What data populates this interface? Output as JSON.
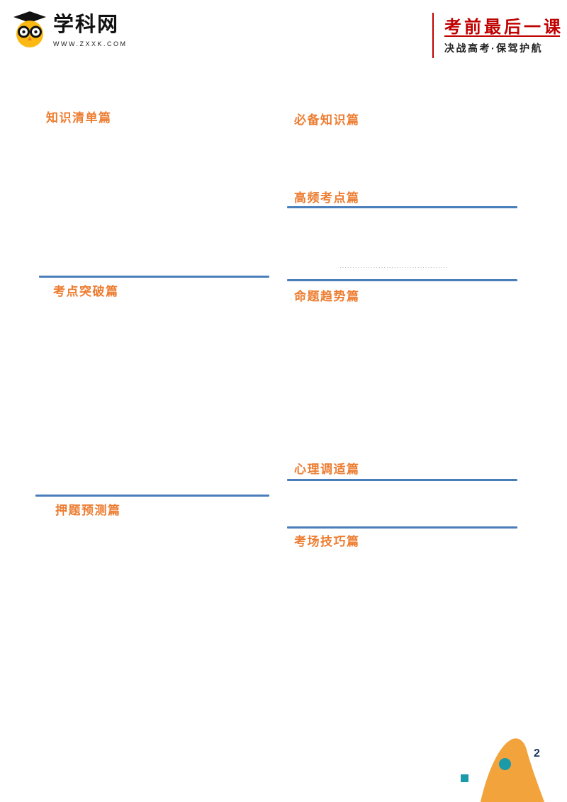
{
  "colors": {
    "heading_orange": "#ED7D31",
    "line_blue": "#4A7EBB",
    "brand_red": "#C00000",
    "logo_yellow": "#FDB913",
    "accent_teal": "#1B9AAA",
    "blob_orange": "#F2A33C",
    "page_number_navy": "#17365D"
  },
  "header": {
    "logo_text": "学科网",
    "logo_url": "WWW.ZXXK.COM",
    "slogan_title": "考前最后一课",
    "slogan_subtitle": "决战高考·保驾护航"
  },
  "outline": {
    "left": [
      {
        "label": "知识清单篇"
      },
      {
        "label": "考点突破篇"
      },
      {
        "label": "押题预测篇"
      }
    ],
    "right": [
      {
        "label": "必备知识篇"
      },
      {
        "label": "高频考点篇"
      },
      {
        "label": "命题趋势篇"
      },
      {
        "label": "心理调适篇"
      },
      {
        "label": "考场技巧篇"
      }
    ],
    "fine_print": "··········································"
  },
  "footer": {
    "page_number": "2"
  }
}
